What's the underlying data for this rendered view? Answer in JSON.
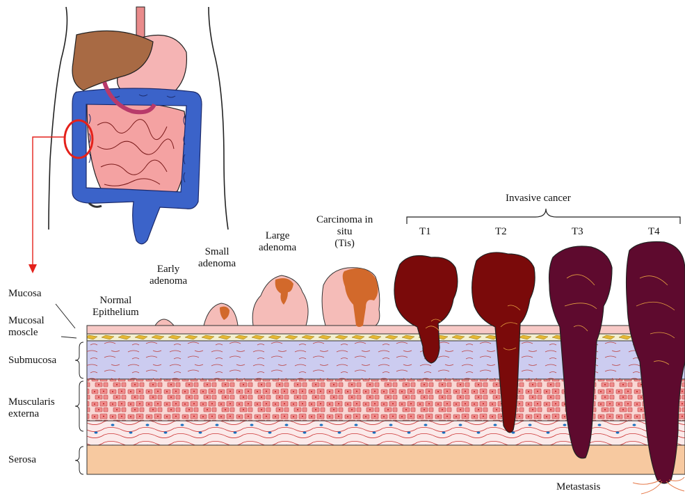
{
  "stages": {
    "normal": [
      "Normal",
      "Epithelium"
    ],
    "early_adenoma": [
      "Early",
      "adenoma"
    ],
    "small_adenoma": [
      "Small",
      "adenoma"
    ],
    "large_adenoma": [
      "Large",
      "adenoma"
    ],
    "carcinoma_in_situ": [
      "Carcinoma in",
      "situ",
      "(Tis)"
    ],
    "invasive_cancer": "Invasive cancer",
    "t_stages": [
      "T1",
      "T2",
      "T3",
      "T4"
    ],
    "metastasis": "Metastasis"
  },
  "layers": {
    "mucosa": "Mucosa",
    "mucosal_muscle": [
      "Mucosal",
      "moscle"
    ],
    "submucosa": "Submucosa",
    "muscularis_externa": [
      "Muscularis",
      "externa"
    ],
    "serosa": "Serosa"
  },
  "colors": {
    "mucosa": "#f7c9c6",
    "submucosa": "#ccccf0",
    "muscularis": "#f9d7d4",
    "serosa": "#f7c9a0",
    "adenoma": "#f5bcb8",
    "adenoma_core": "#d2692b",
    "t1_t2": "#7a0a0a",
    "t3_t4": "#5e0a2e",
    "colon": "#3b63c9",
    "liver": "#a86a44",
    "stomach": "#f5b4b4",
    "intestine": "#f4a2a2",
    "highlight": "#e4211b"
  }
}
